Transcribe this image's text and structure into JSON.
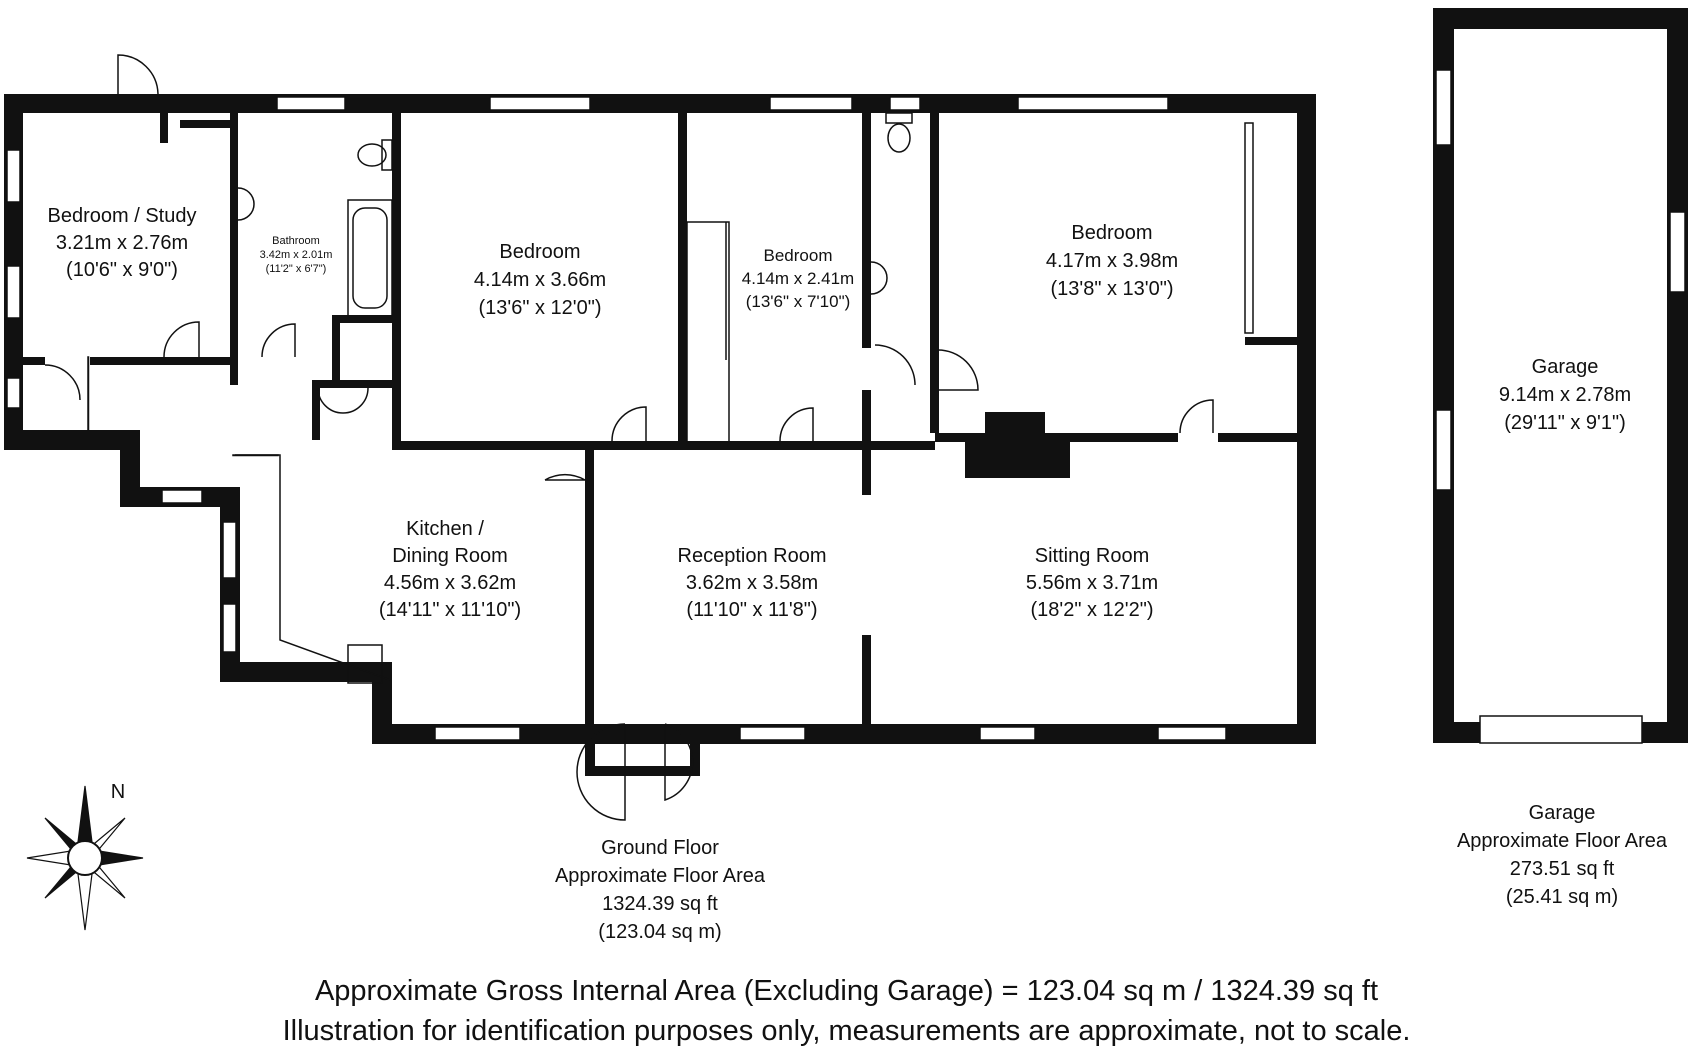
{
  "rooms": {
    "bedroom_study": {
      "name": "Bedroom / Study",
      "metric": "3.21m x 2.76m",
      "imperial": "(10'6\" x 9'0\")"
    },
    "bathroom": {
      "name": "Bathroom",
      "metric": "3.42m x 2.01m",
      "imperial": "(11'2\" x 6'7\")"
    },
    "bedroom_1": {
      "name": "Bedroom",
      "metric": "4.14m x 3.66m",
      "imperial": "(13'6\" x 12'0\")"
    },
    "bedroom_2": {
      "name": "Bedroom",
      "metric": "4.14m x 2.41m",
      "imperial": "(13'6\" x 7'10\")"
    },
    "bedroom_3": {
      "name": "Bedroom",
      "metric": "4.17m x 3.98m",
      "imperial": "(13'8\" x 13'0\")"
    },
    "kitchen": {
      "name_line1": "Kitchen /",
      "name_line2": "Dining Room",
      "metric": "4.56m x 3.62m",
      "imperial": "(14'11\" x 11'10\")"
    },
    "reception": {
      "name": "Reception Room",
      "metric": "3.62m x 3.58m",
      "imperial": "(11'10\" x 11'8\")"
    },
    "sitting": {
      "name": "Sitting Room",
      "metric": "5.56m x 3.71m",
      "imperial": "(18'2\" x 12'2\")"
    },
    "garage": {
      "name": "Garage",
      "metric": "9.14m x 2.78m",
      "imperial": "(29'11\" x 9'1\")"
    }
  },
  "ground_floor_area": {
    "line1": "Ground Floor",
    "line2": "Approximate Floor Area",
    "sqft": "1324.39 sq ft",
    "sqm": "(123.04 sq m)"
  },
  "garage_area": {
    "line1": "Garage",
    "line2": "Approximate Floor Area",
    "sqft": "273.51 sq ft",
    "sqm": "(25.41 sq m)"
  },
  "compass": {
    "north_label": "N",
    "icon": "compass-rose-icon"
  },
  "footer": {
    "line1": "Approximate Gross Internal Area (Excluding Garage) = 123.04 sq m / 1324.39 sq ft",
    "line2": "Illustration for identification purposes only, measurements are approximate, not to scale."
  },
  "colors": {
    "wall": "#111111",
    "window": "#ffffff",
    "background": "#ffffff"
  }
}
